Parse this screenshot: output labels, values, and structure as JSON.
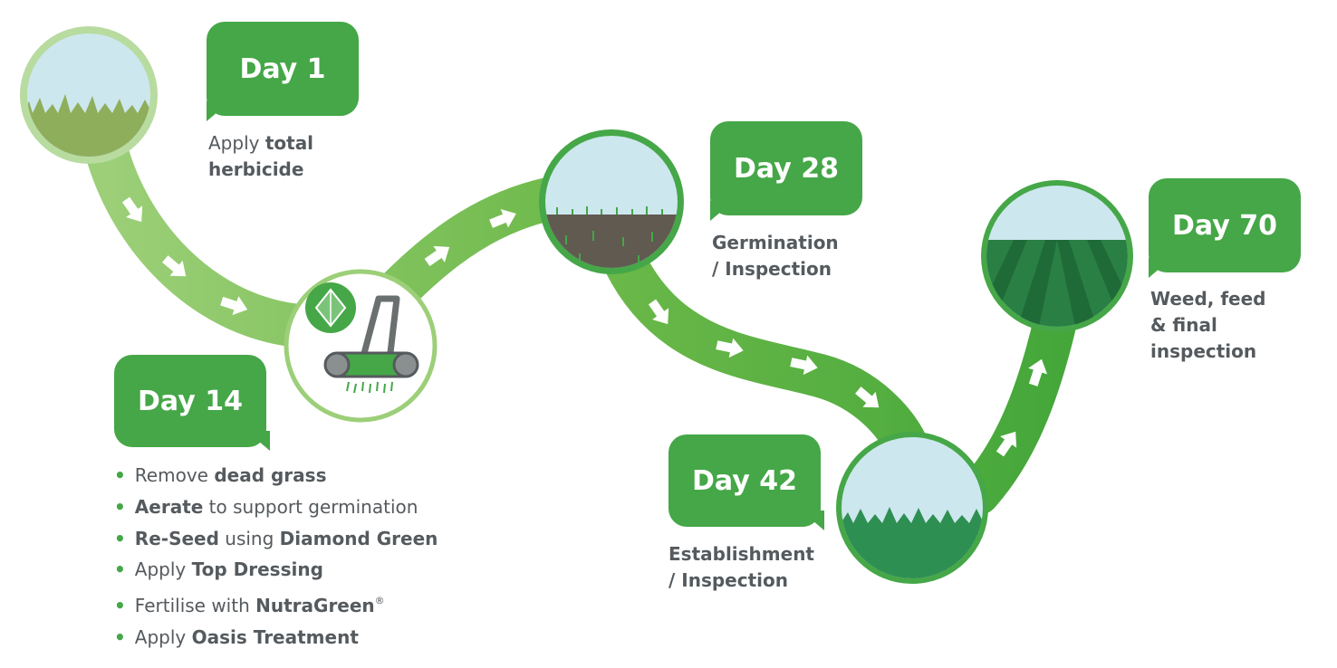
{
  "colors": {
    "accent_green": "#45a747",
    "path_light": "#93c86f",
    "path_dark": "#4fa83a",
    "sky": "#cde7ee",
    "text": "#555a5e"
  },
  "stages": [
    {
      "day": "Day 1",
      "desc_parts": [
        [
          "Apply ",
          false
        ],
        [
          "total",
          true
        ],
        [
          "herbicide",
          true
        ]
      ],
      "icon": "dead-grass-circle"
    },
    {
      "day": "Day 14",
      "icon": "aerator-seeder-circle"
    },
    {
      "day": "Day 28",
      "desc_lines": [
        "Germination",
        "/ Inspection"
      ],
      "icon": "seedlings-soil-circle"
    },
    {
      "day": "Day 42",
      "desc_lines": [
        "Establishment",
        "/ Inspection"
      ],
      "icon": "established-grass-circle"
    },
    {
      "day": "Day 70",
      "desc_lines": [
        "Weed, feed",
        "& final",
        "inspection"
      ],
      "icon": "striped-lawn-circle"
    }
  ],
  "day1_desc": {
    "p1": "Apply ",
    "p2": "total",
    "p3": "herbicide"
  },
  "day14_tasks": [
    {
      "a": "Remove ",
      "b": "dead grass",
      "c": ""
    },
    {
      "a": "",
      "b": "Aerate",
      "c": " to support germination"
    },
    {
      "a": "",
      "b": "Re-Seed",
      "c": " using ",
      "d": "Diamond Green"
    },
    {
      "a": "Apply ",
      "b": "Top Dressing",
      "c": ""
    },
    {
      "a": "Fertilise with ",
      "b": "NutraGreen",
      "sup": "®"
    },
    {
      "a": "Apply ",
      "b": "Oasis Treatment",
      "c": ""
    }
  ]
}
